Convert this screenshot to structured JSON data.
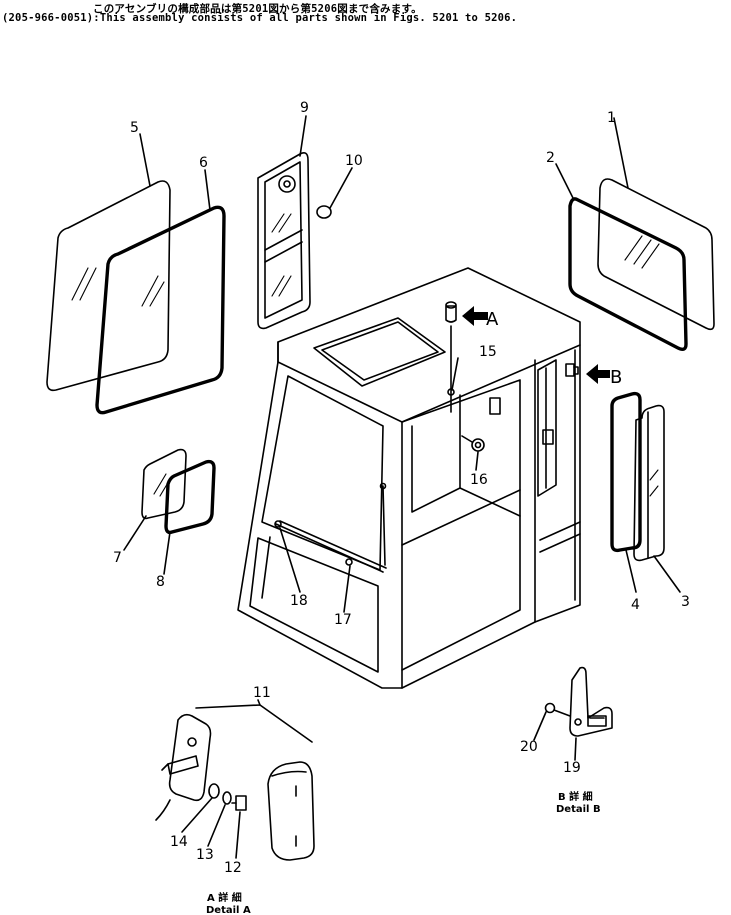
{
  "header": {
    "japanese_note": "このアセンブリの構成部品は第5201図から第5206図まで含みます。",
    "english_note": "(205-966-0051):This assembly consists of all parts shown in Figs. 5201 to 5206."
  },
  "callouts": {
    "n1": "1",
    "n2": "2",
    "n3": "3",
    "n4": "4",
    "n5": "5",
    "n6": "6",
    "n7": "7",
    "n8": "8",
    "n9": "9",
    "n10": "10",
    "n11": "11",
    "n12": "12",
    "n13": "13",
    "n14": "14",
    "n15": "15",
    "n16": "16",
    "n17": "17",
    "n18": "18",
    "n19": "19",
    "n20": "20"
  },
  "view_markers": {
    "a": "A",
    "b": "B"
  },
  "details": {
    "a_jp": "A 詳 細",
    "a_en": "Detail A",
    "b_jp": "B 詳 細",
    "b_en": "Detail B"
  }
}
